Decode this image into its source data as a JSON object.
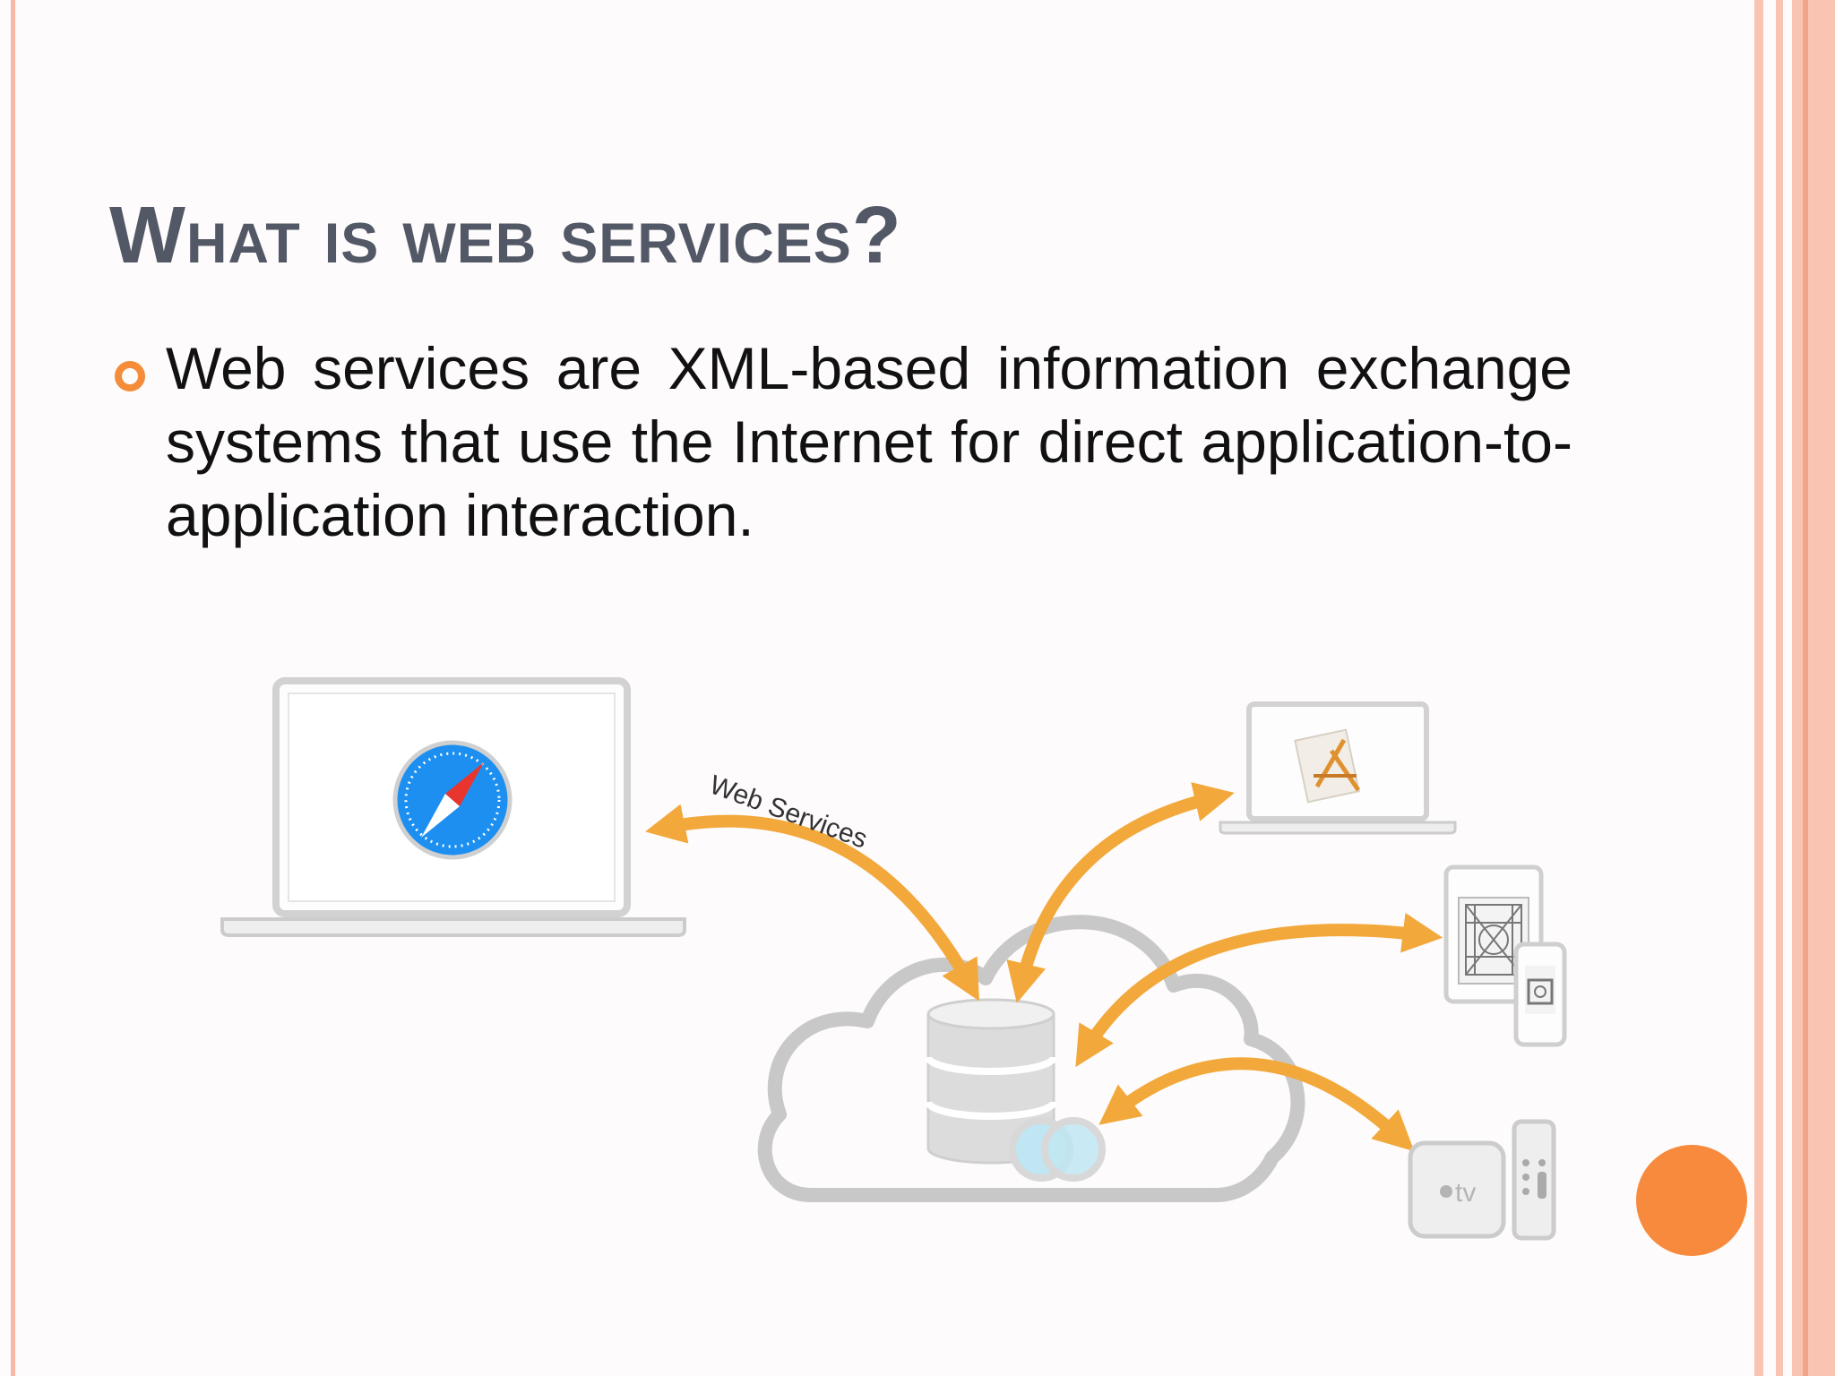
{
  "slide": {
    "title": "What is web services?",
    "bullet": "Web services are XML-based information exchange systems that use the Internet for direct application-to-application interaction."
  },
  "diagram": {
    "arrow_label": "Web Services",
    "tv_label": "tv",
    "colors": {
      "arrow": "#f2a83a",
      "device_outline": "#cfcfcf",
      "cloud_outline": "#c9c9c9",
      "accent": "#f78a3c",
      "title": "#535866"
    },
    "nodes": [
      "laptop-safari",
      "cloud-database",
      "laptop-app",
      "ipad-iphone",
      "apple-tv"
    ]
  }
}
